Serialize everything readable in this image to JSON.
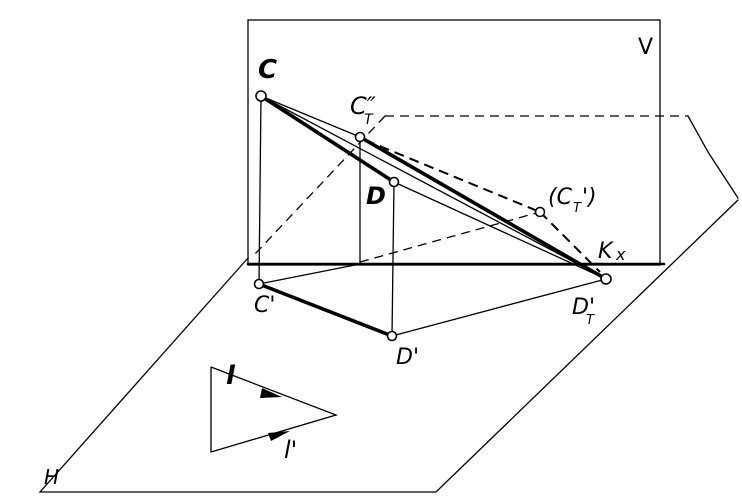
{
  "labels": {
    "plane_v": "V",
    "plane_h": "H",
    "point_c": "C",
    "point_c_prime": "C'",
    "point_ct_double": "C″",
    "point_ct_double_sub": "T",
    "point_d": "D",
    "point_d_prime": "D'",
    "point_ct_prime_paren": "(C",
    "point_ct_prime_paren_sub": "T",
    "point_ct_prime_paren_end": "')",
    "point_kx": "K",
    "point_kx_sub": "x",
    "point_dt_prime": "D'",
    "point_dt_prime_sub": "T",
    "vector_l": "l",
    "vector_l_prime": "l'"
  }
}
